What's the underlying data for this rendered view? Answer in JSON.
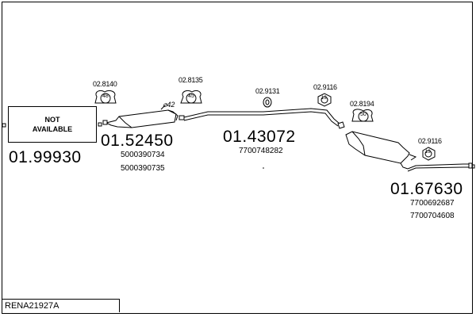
{
  "not_available": {
    "line1": "NOT",
    "line2": "AVAILABLE"
  },
  "parts": [
    {
      "code": "01.99930"
    },
    {
      "code": "01.52450",
      "refs": [
        "5000390734",
        "5000390735"
      ]
    },
    {
      "code": "01.43072",
      "refs": [
        "7700748282"
      ]
    },
    {
      "code": "01.67630",
      "refs": [
        "7700692687",
        "7700704608"
      ]
    }
  ],
  "accessories": [
    {
      "code": "02.8140",
      "num": "48"
    },
    {
      "code": "02.8135",
      "num": "45"
    },
    {
      "code": "02.9131"
    },
    {
      "code": "02.9116",
      "num": "13"
    },
    {
      "code": "02.8194",
      "num": "50"
    },
    {
      "code": "02.9116",
      "num": "13"
    }
  ],
  "diameter_label": "⌀42",
  "reference": "RENA21927A"
}
